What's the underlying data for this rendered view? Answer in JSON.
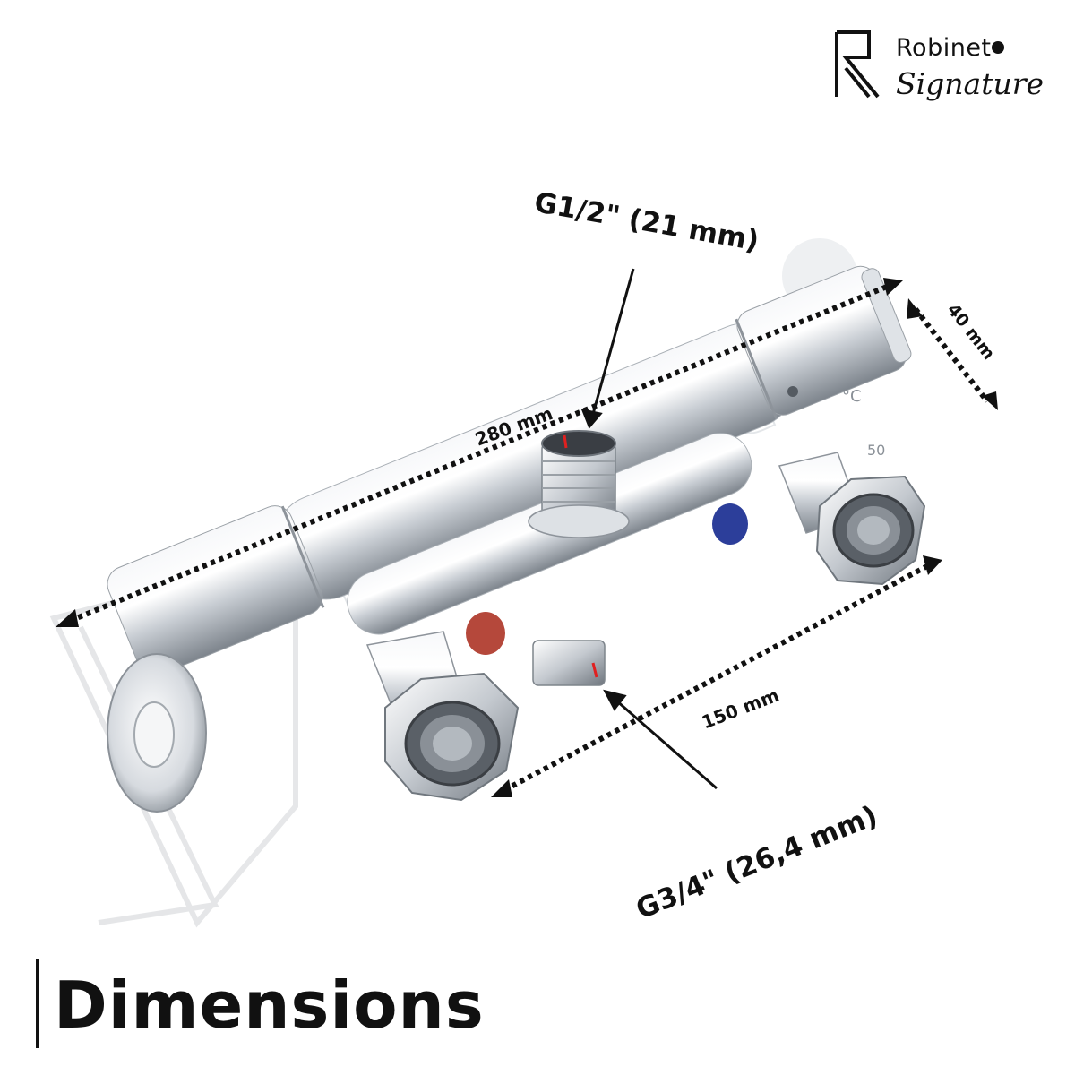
{
  "brand": {
    "name_line1": "Robinet",
    "name_line2": "Signature"
  },
  "title": "Dimensions",
  "annotations": {
    "inlet_top": "G1/2\" (21 mm)",
    "length_total": "280 mm",
    "depth": "40 mm",
    "inlet_spacing": "150 mm",
    "inlet_bottom": "G3/4\" (26,4 mm)"
  },
  "dial_labels": {
    "unit": "°C",
    "temperature": "50"
  },
  "colors": {
    "hot_marker": "#b5483b",
    "cold_marker": "#2c3e9a",
    "chrome_light": "#f4f6f8",
    "chrome_dark": "#8a9097",
    "text": "#111111"
  }
}
